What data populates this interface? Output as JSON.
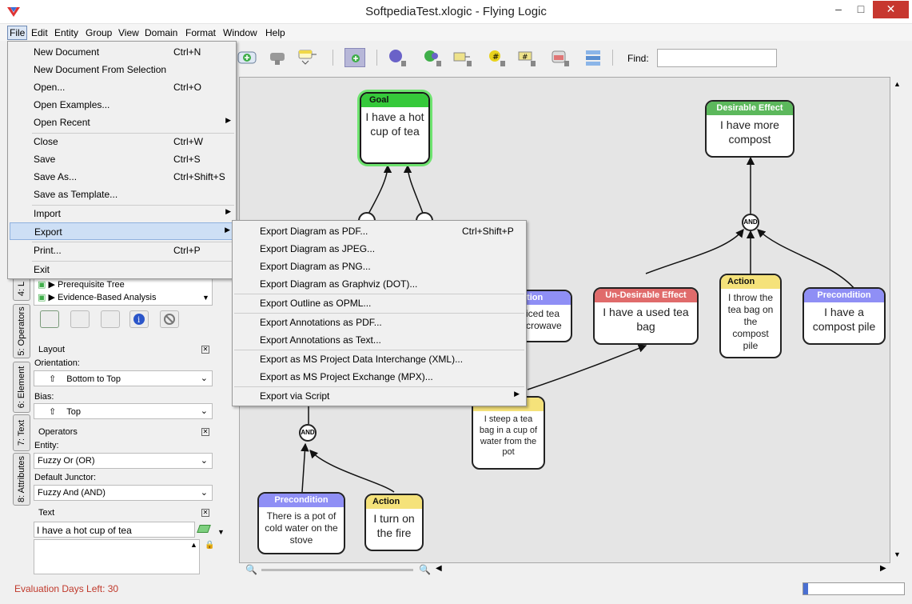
{
  "window": {
    "title": "SoftpediaTest.xlogic - Flying Logic"
  },
  "menubar": [
    "File",
    "Edit",
    "Entity",
    "Group",
    "View",
    "Domain",
    "Format",
    "Window",
    "Help"
  ],
  "file_menu": [
    {
      "label": "New Document",
      "shortcut": "Ctrl+N"
    },
    {
      "label": "New Document From Selection",
      "shortcut": ""
    },
    {
      "label": "Open...",
      "shortcut": "Ctrl+O"
    },
    {
      "label": "Open Examples...",
      "shortcut": ""
    },
    {
      "label": "Open Recent",
      "shortcut": "",
      "submenu": true
    },
    {
      "label": "Close",
      "shortcut": "Ctrl+W"
    },
    {
      "label": "Save",
      "shortcut": "Ctrl+S"
    },
    {
      "label": "Save As...",
      "shortcut": "Ctrl+Shift+S"
    },
    {
      "label": "Save as Template...",
      "shortcut": ""
    },
    {
      "label": "Import",
      "shortcut": "",
      "submenu": true
    },
    {
      "label": "Export",
      "shortcut": "",
      "submenu": true
    },
    {
      "label": "Print...",
      "shortcut": "Ctrl+P"
    },
    {
      "label": "Exit",
      "shortcut": ""
    }
  ],
  "export_menu": [
    {
      "label": "Export Diagram as PDF...",
      "shortcut": "Ctrl+Shift+P"
    },
    {
      "label": "Export Diagram as JPEG...",
      "shortcut": ""
    },
    {
      "label": "Export Diagram as PNG...",
      "shortcut": ""
    },
    {
      "label": "Export Diagram as Graphviz (DOT)...",
      "shortcut": ""
    },
    {
      "label": "Export Outline as OPML...",
      "shortcut": ""
    },
    {
      "label": "Export Annotations as PDF...",
      "shortcut": ""
    },
    {
      "label": "Export Annotations as Text...",
      "shortcut": ""
    },
    {
      "label": "Export as MS Project Data Interchange (XML)...",
      "shortcut": ""
    },
    {
      "label": "Export as MS Project Exchange (MPX)...",
      "shortcut": ""
    },
    {
      "label": "Export via Script",
      "shortcut": "",
      "submenu": true
    }
  ],
  "toolbar": {
    "find_label": "Find:",
    "find_value": ""
  },
  "diagram": {
    "goal": {
      "header": "Goal",
      "text": "I have a hot cup of tea"
    },
    "desirable": {
      "header": "Desirable Effect",
      "text": "I have more compost"
    },
    "undesirable": {
      "header": "Un-Desirable Effect",
      "text": "I have a used tea bag"
    },
    "action_throw": {
      "header": "Action",
      "text": "I throw the tea bag on the compost pile"
    },
    "precondition_compost": {
      "header": "Precondition",
      "text": "I have a compost pile"
    },
    "partial_node": {
      "header": "ition",
      "text": "iced tea crowave"
    },
    "action_steep": {
      "header": "Action",
      "text": "I steep a tea bag in a cup of water from the pot"
    },
    "precondition_water": {
      "header": "Precondition",
      "text": "There is a pot of cold water on the stove"
    },
    "action_fire": {
      "header": "Action",
      "text": "I turn on the fire"
    },
    "and_label": "AND"
  },
  "left_panel": {
    "tabs": [
      "4: L",
      "5: Operators",
      "6: Element",
      "7: Text",
      "8: Attributes"
    ],
    "tree_items": [
      "Prerequisite Tree",
      "Evidence-Based Analysis"
    ],
    "layout": {
      "title": "Layout",
      "orientation_label": "Orientation:",
      "orientation_value": "Bottom to Top",
      "bias_label": "Bias:",
      "bias_value": "Top"
    },
    "operators": {
      "title": "Operators",
      "entity_label": "Entity:",
      "entity_value": "Fuzzy Or (OR)",
      "junctor_label": "Default Junctor:",
      "junctor_value": "Fuzzy And (AND)"
    },
    "text": {
      "title": "Text",
      "value": "I have a hot cup of tea"
    }
  },
  "status": {
    "text": "Evaluation Days Left: 30"
  },
  "colors": {
    "goal": "#35c93a",
    "desirable": "#5cb85c",
    "undesirable": "#e06b6b",
    "action": "#f5e27a",
    "precondition": "#8f8ff5",
    "accent": "#4a6fd1"
  }
}
